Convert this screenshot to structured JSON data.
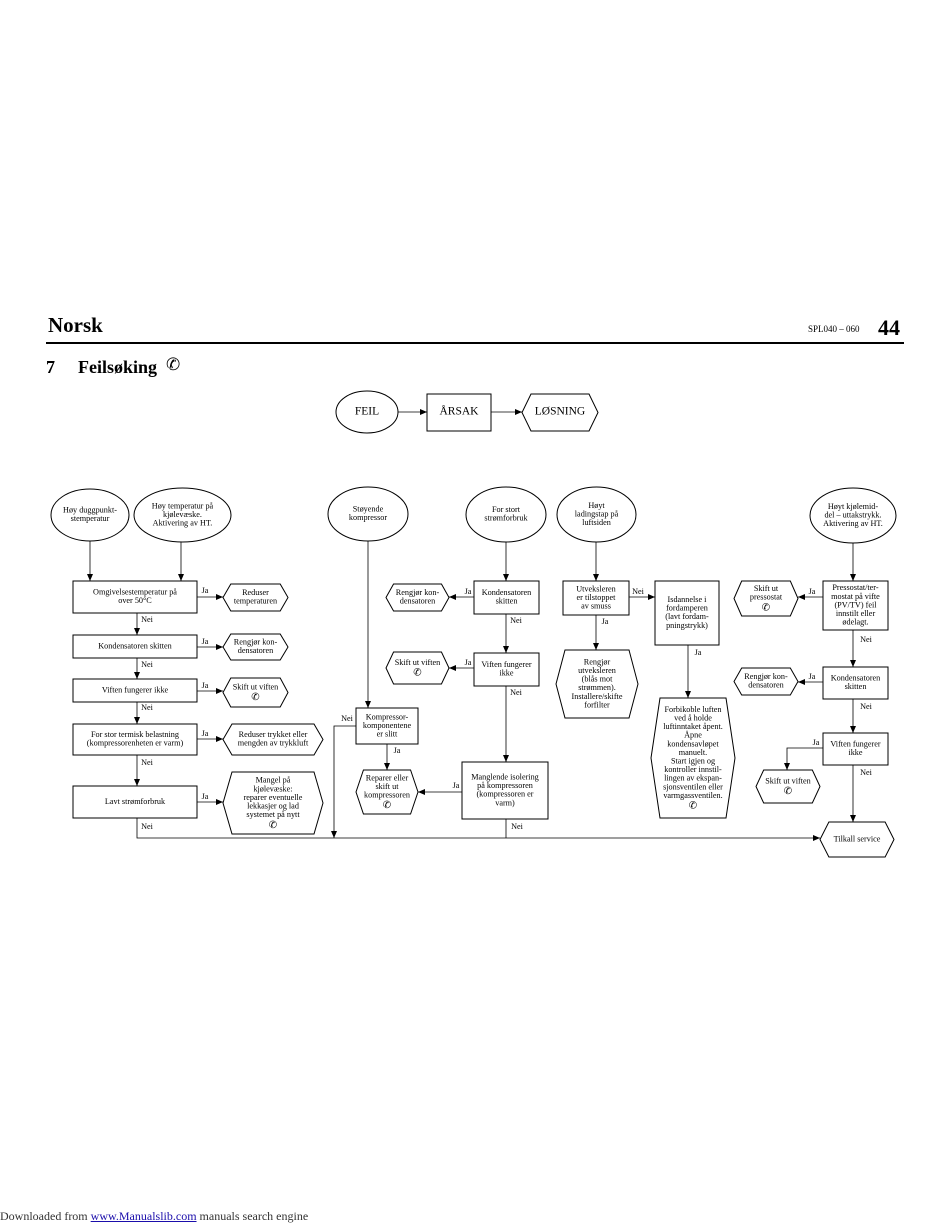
{
  "header": {
    "language": "Norsk",
    "model": "SPL040 – 060",
    "page": "44"
  },
  "section": {
    "number": "7",
    "title": "Feilsøking",
    "icon": "phone-icon"
  },
  "legend": {
    "fault": "FEIL",
    "cause": "ÅRSAK",
    "solution": "LØSNING"
  },
  "nodes": {
    "c1": [
      "Høy duggpunkt-",
      "stemperatur"
    ],
    "c2": [
      "Høy temperatur på",
      "kjølevæske.",
      "Aktivering av HT."
    ],
    "c3": [
      "Støyende",
      "kompressor"
    ],
    "c4": [
      "For stort",
      "strømforbruk"
    ],
    "c5": [
      "Høyt",
      "ladingstap på",
      "luftsiden"
    ],
    "c6": [
      "Høyt kjølemid-",
      "del – uttakstrykk.",
      "Aktivering av HT."
    ],
    "a1": [
      "Omgivelsestemperatur på",
      "over 50°C"
    ],
    "a2": [
      "Kondensatoren skitten"
    ],
    "a3": [
      "Viften fungerer ikke"
    ],
    "a4": [
      "For stor termisk belastning",
      "(kompressorenheten er varm)"
    ],
    "a5": [
      "Lavt strømforbruk"
    ],
    "s1": [
      "Reduser",
      "temperaturen"
    ],
    "s2": [
      "Rengjør kon-",
      "densatoren"
    ],
    "s3": [
      "Skift ut viften"
    ],
    "s4": [
      "Reduser trykket eller",
      "mengden av trykkluft"
    ],
    "s5": [
      "Mangel på",
      "kjølevæske:",
      "reparer eventuelle",
      "lekkasjer og lad",
      "systemet på nytt"
    ],
    "b1": [
      "Kompressor-",
      "komponentene",
      "er slitt"
    ],
    "bs1": [
      "Reparer eller",
      "skift ut",
      "kompressoren"
    ],
    "d1": [
      "Kondensatoren",
      "skitten"
    ],
    "d2": [
      "Viften fungerer",
      "ikke"
    ],
    "d3": [
      "Manglende isolering",
      "på kompressoren",
      "(kompressoren er",
      "varm)"
    ],
    "ds1": [
      "Rengjør kon-",
      "densatoren"
    ],
    "ds2": [
      "Skift ut viften"
    ],
    "e1": [
      "Utveksleren",
      "er tilstoppet",
      "av smuss"
    ],
    "e2": [
      "Isdannelse i",
      "fordamperen",
      "(lavt fordam-",
      "pningstrykk)"
    ],
    "es1": [
      "Rengjør",
      "utveksleren",
      "(blås mot",
      "strømmen).",
      "Installere/skifte",
      "forfilter"
    ],
    "es2": [
      "Forbikoble luften",
      "ved å holde",
      "luftinntaket åpent.",
      "Åpne",
      "kondensavløpet",
      "manuelt.",
      "Start igjen og",
      "kontroller innstil-",
      "lingen av ekspan-",
      "sjonsventilen eller",
      "varmgassventilen."
    ],
    "f1": [
      "Pressostat/ter-",
      "mostat på vifte",
      "(PV/TV) feil",
      "innstilt eller",
      "ødelagt."
    ],
    "f2": [
      "Kondensatoren",
      "skitten"
    ],
    "f3": [
      "Viften fungerer",
      "ikke"
    ],
    "fs1": [
      "Skift ut",
      "pressostat"
    ],
    "fs2": [
      "Rengjør kon-",
      "densatoren"
    ],
    "fs3": [
      "Skift ut viften"
    ],
    "service": [
      "Tilkall service"
    ]
  },
  "labels": {
    "yes": "Ja",
    "no": "Nei"
  },
  "footer": {
    "prefix": "Downloaded from",
    "link": "www.Manualslib.com",
    "suffix": "manuals search engine"
  }
}
